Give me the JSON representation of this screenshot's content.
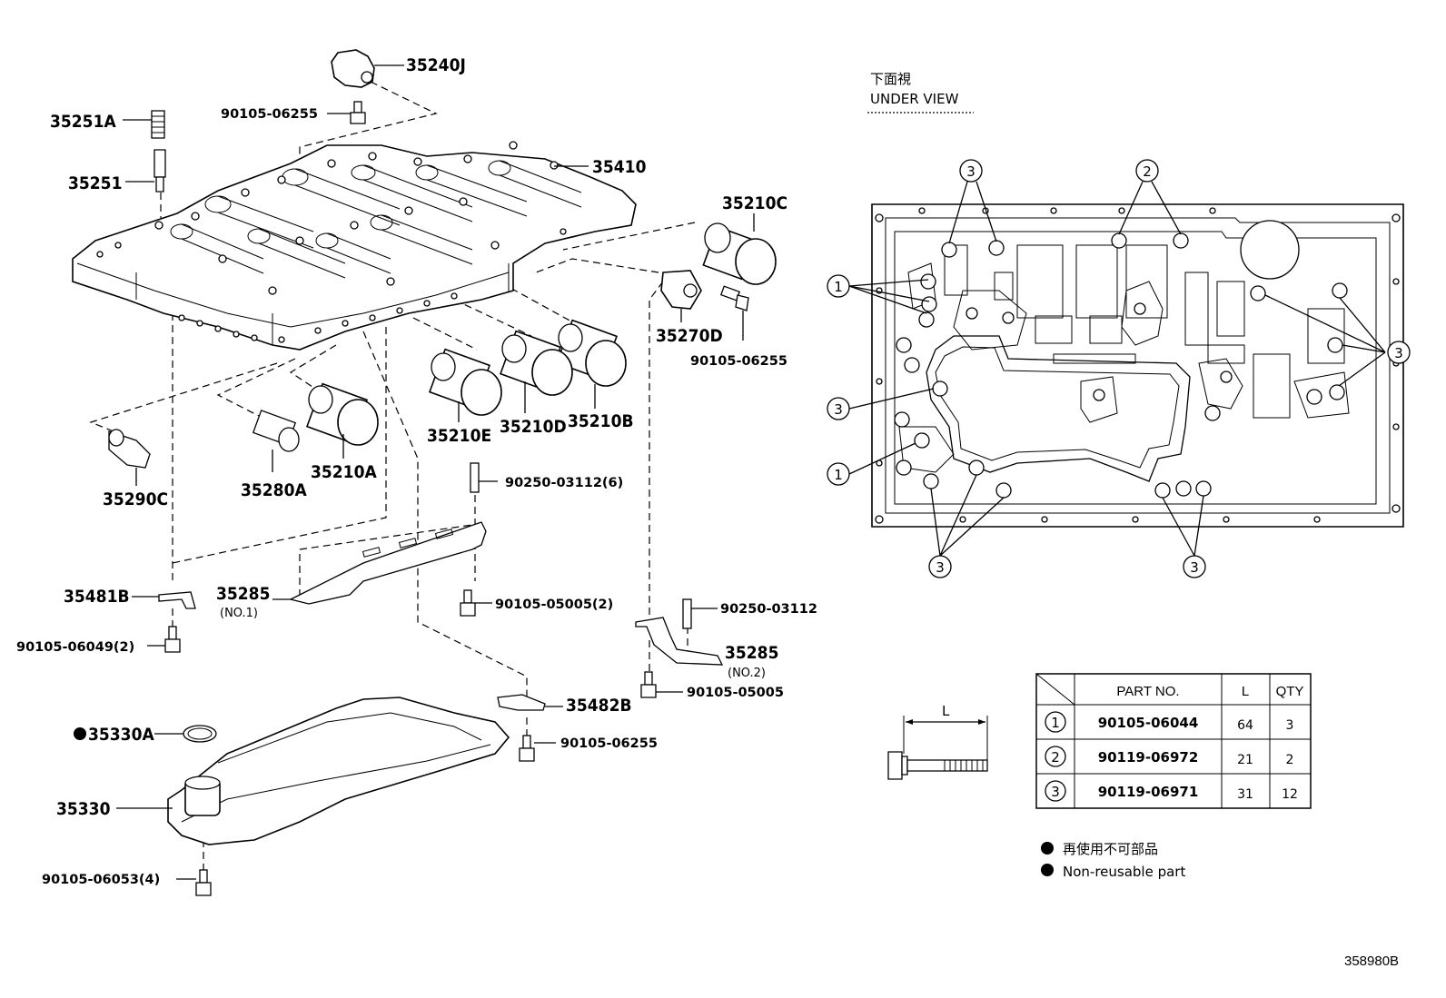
{
  "left_labels": {
    "p35240J": "35240J",
    "p90105_06255_top": "90105-06255",
    "p35251A": "35251A",
    "p35251": "35251",
    "p35410": "35410",
    "p35210C": "35210C",
    "p35270D": "35270D",
    "p90105_06255_r": "90105-06255",
    "p35210B": "35210B",
    "p35210D": "35210D",
    "p35210E": "35210E",
    "p35210A": "35210A",
    "p35280A": "35280A",
    "p35290C": "35290C",
    "p90250_03112_6": "90250-03112(6)",
    "p35481B": "35481B",
    "p35285_1": "35285",
    "p35285_1_sub": "(NO.1)",
    "p90105_05005_2": "90105-05005(2)",
    "p90250_03112": "90250-03112",
    "p35285_2": "35285",
    "p35285_2_sub": "(NO.2)",
    "p90105_06049_2": "90105-06049(2)",
    "p90105_05005": "90105-05005",
    "p35482B": "35482B",
    "p35330A": "35330A",
    "p90105_06255_b": "90105-06255",
    "p35330": "35330",
    "p90105_06053_4": "90105-06053(4)"
  },
  "under_view": {
    "title_jp": "下面視",
    "title_en": "UNDER VIEW",
    "callouts": {
      "c1a": "1",
      "c1b": "1",
      "c2": "2",
      "c3a": "3",
      "c3b": "3",
      "c3c": "3",
      "c3d": "3",
      "c3e": "3"
    }
  },
  "bolt_dim": "L",
  "table": {
    "headers": {
      "part_no": "PART NO.",
      "l": "L",
      "qty": "QTY"
    },
    "rows": [
      {
        "idx": "1",
        "part_no": "90105-06044",
        "l": "64",
        "qty": "3"
      },
      {
        "idx": "2",
        "part_no": "90119-06972",
        "l": "21",
        "qty": "2"
      },
      {
        "idx": "3",
        "part_no": "90119-06971",
        "l": "31",
        "qty": "12"
      }
    ]
  },
  "legend": {
    "jp": "再使用不可部品",
    "en": "Non-reusable part"
  },
  "ref_code": "358980B"
}
